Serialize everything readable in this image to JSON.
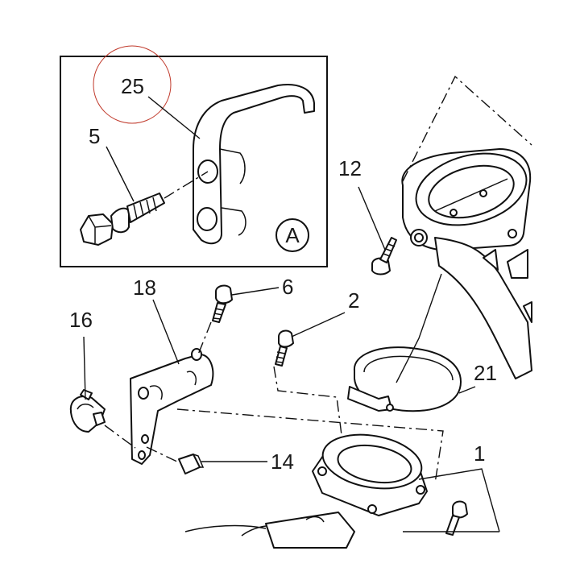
{
  "callouts": {
    "c25": "25",
    "c5": "5",
    "cA": "A",
    "c12": "12",
    "c18": "18",
    "c6": "6",
    "c2": "2",
    "c16": "16",
    "c21": "21",
    "c14": "14",
    "c1": "1"
  },
  "colors": {
    "line": "#111111",
    "highlight_circle": "#c0392b"
  }
}
